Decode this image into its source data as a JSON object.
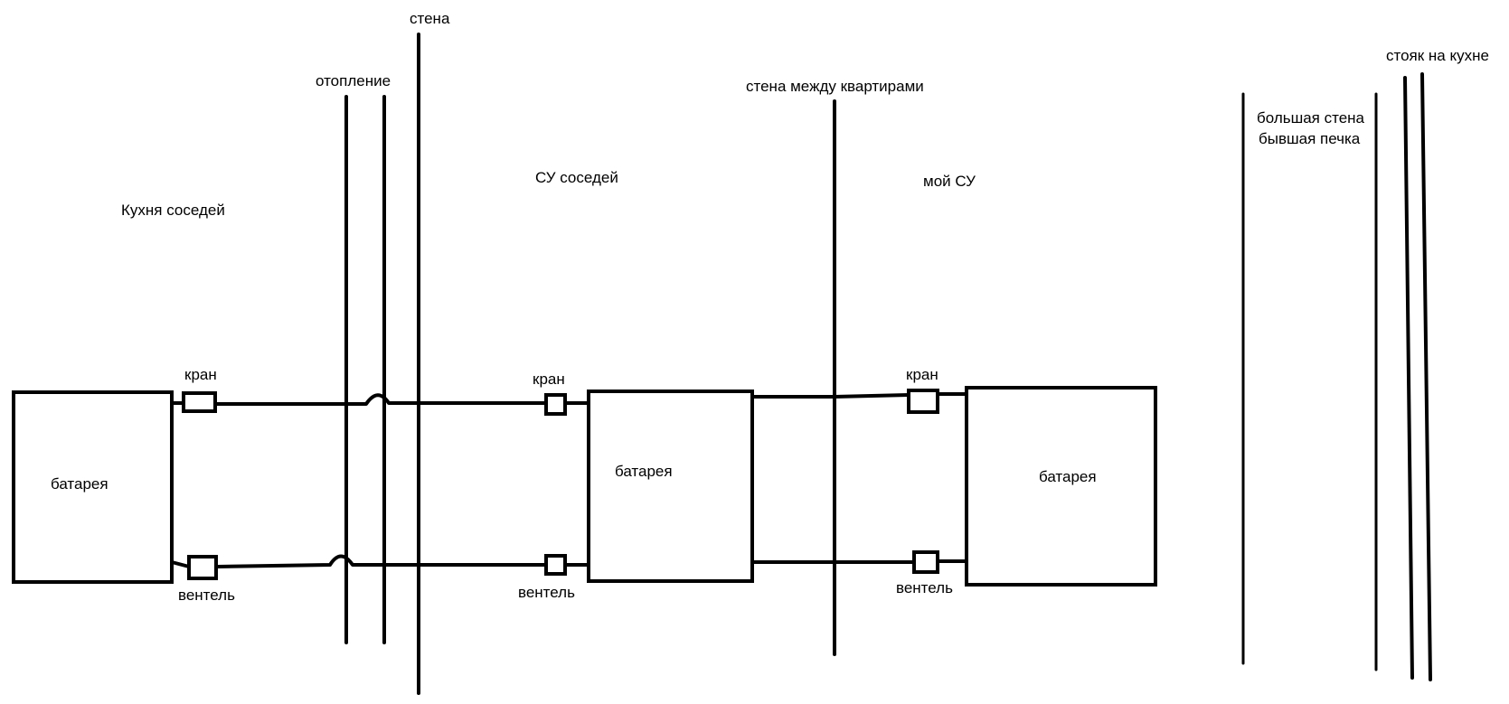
{
  "labels": {
    "wall": "стена",
    "heating": "отопление",
    "wall_between_apartments": "стена между квартирами",
    "riser_kitchen": "стояк на кухне",
    "big_wall_line1": "большая стена",
    "big_wall_line2": "бывшая печка",
    "neighbors_kitchen": "Кухня соседей",
    "neighbors_bathroom": "СУ соседей",
    "my_bathroom": "мой СУ",
    "radiator_1": "батарея",
    "radiator_2": "батарея",
    "radiator_3": "батарея",
    "tap_1": "кран",
    "tap_2": "кран",
    "tap_3": "кран",
    "valve_1": "вентель",
    "valve_2": "вентель",
    "valve_3": "вентель"
  }
}
